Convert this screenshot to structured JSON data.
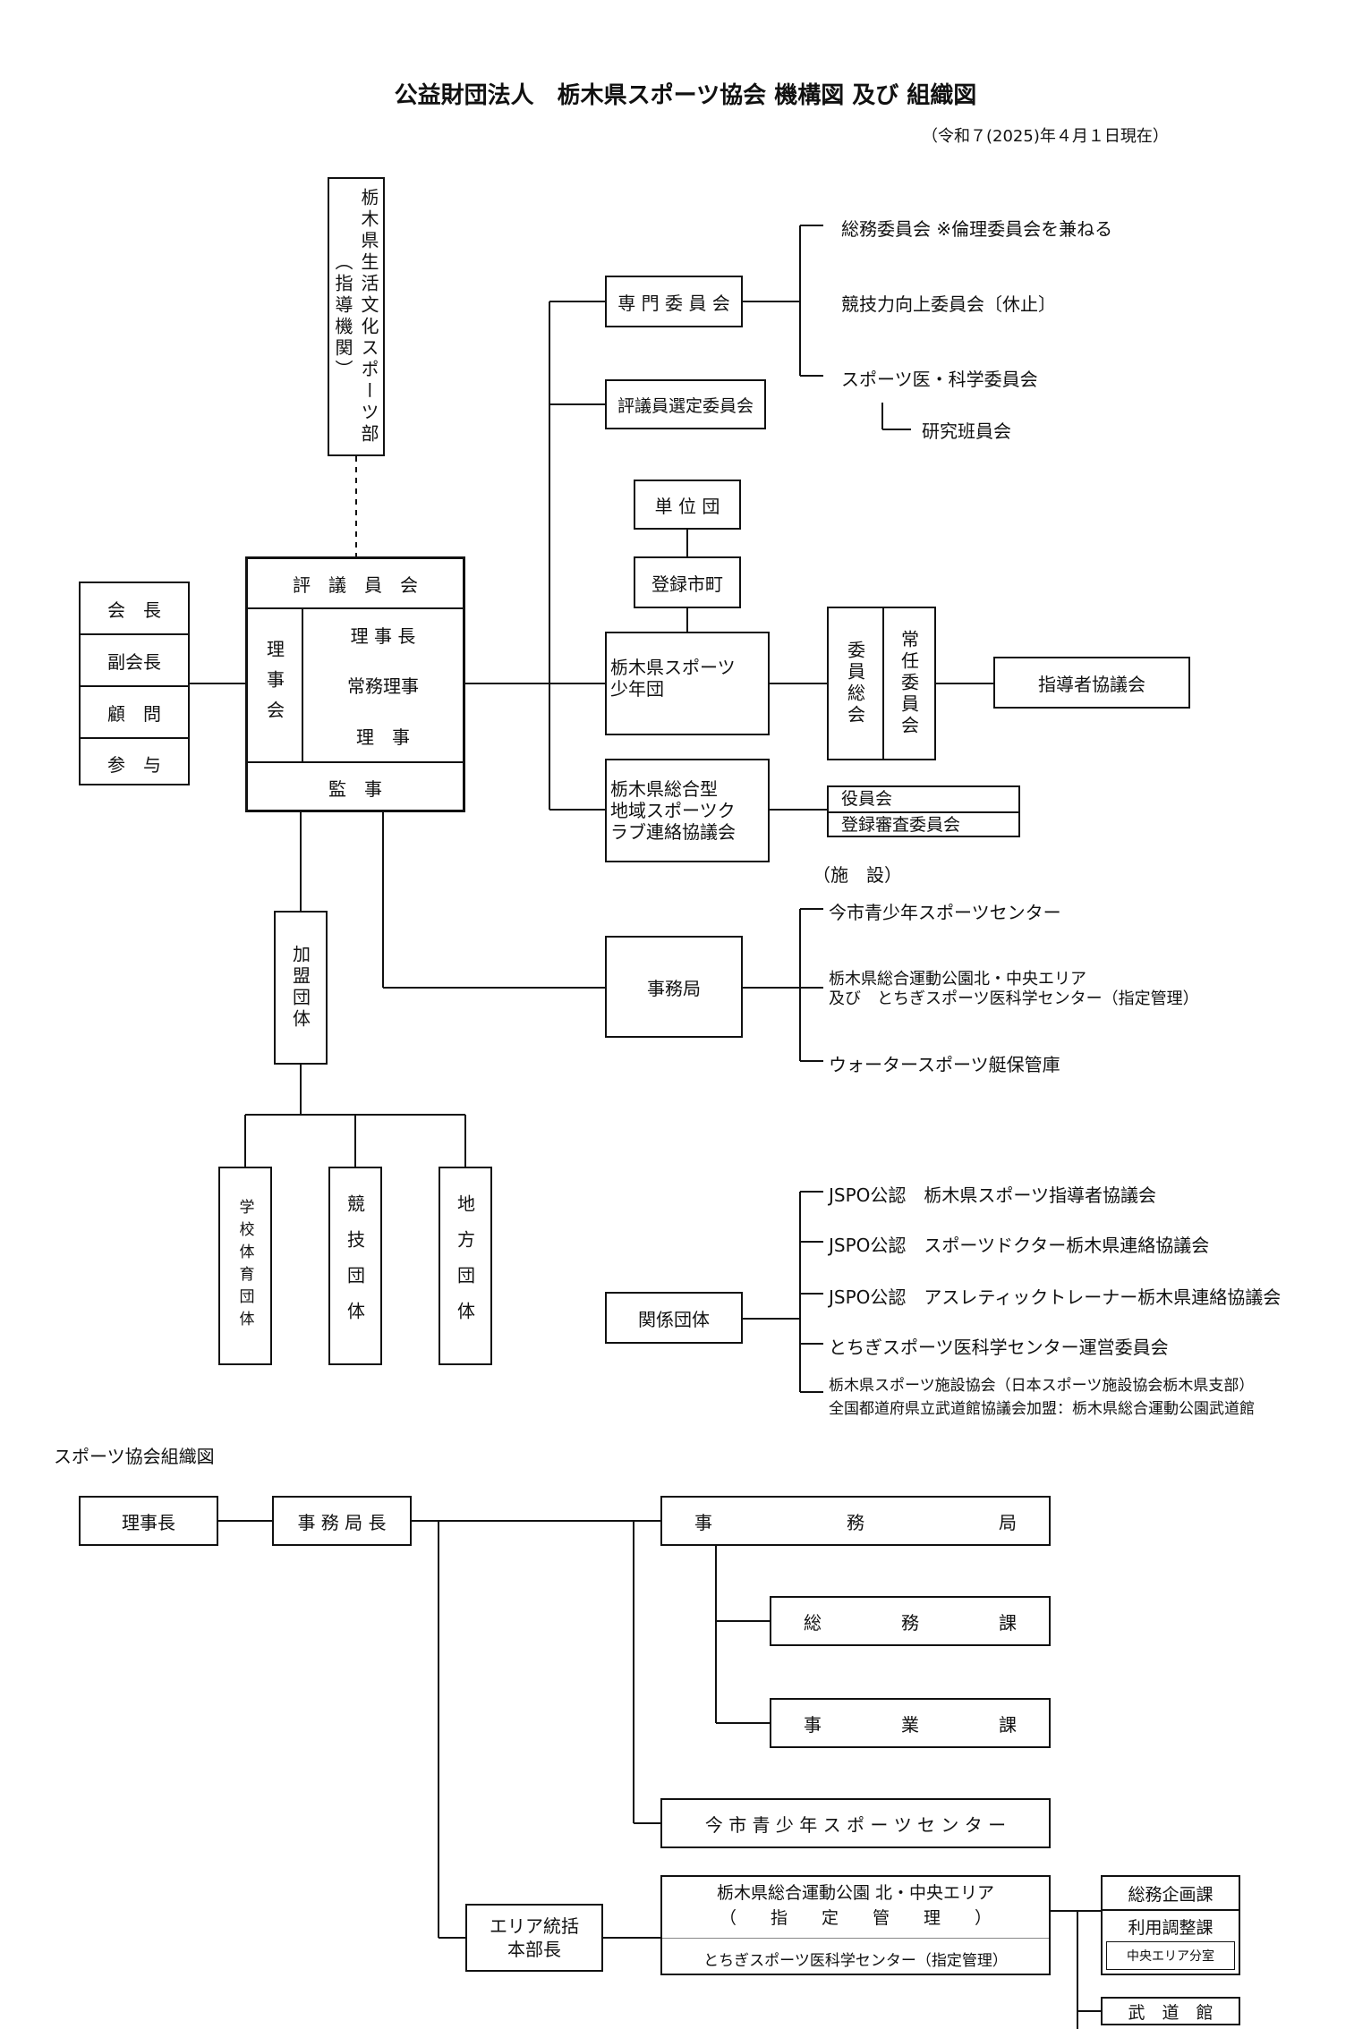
{
  "title": "公益財団法人　栃木県スポーツ協会 機構図 及び 組織図",
  "date": "（令和７(2025)年４月１日現在）",
  "top": {
    "guidance_body": "栃木県生活文化スポーツ部（指導機関）",
    "council": "評　議　員　会",
    "board_label": "理事会",
    "board_items": [
      "理 事 長",
      "常務理事",
      "理　事"
    ],
    "auditor": "監　事",
    "left_items": [
      "会　長",
      "副会長",
      "顧　問",
      "参　与"
    ],
    "affiliated": "加盟団体",
    "affiliated_types": [
      "学校体育団体",
      "競技団体",
      "地方団体"
    ],
    "committees": "専 門 委 員 会",
    "committee_items": [
      "総務委員会 ※倫理委員会を兼ねる",
      "競技力向上委員会〔休止〕",
      "スポーツ医・科学委員会",
      "研究班員会"
    ],
    "selection_committee": "評議員選定委員会",
    "unit": "単 位 団",
    "municipal": "登録市町",
    "youth": "栃木県スポーツ\n少年団",
    "youth_general": "委員総会",
    "youth_standing": "常任委員会",
    "leaders": "指導者協議会",
    "club_council": "栃木県総合型\n地域スポーツク\nラブ連絡協議会",
    "club_items": [
      "役員会",
      "登録審査委員会"
    ],
    "facilities_label": "（施　設）",
    "office": "事務局",
    "facility_items": [
      "今市青少年スポーツセンター",
      "栃木県総合運動公園北・中央エリア",
      "及び　とちぎスポーツ医科学センター（指定管理）",
      "ウォータースポーツ艇保管庫"
    ],
    "related": "関係団体",
    "related_items": [
      "JSPO公認　栃木県スポーツ指導者協議会",
      "JSPO公認　スポーツドクター栃木県連絡協議会",
      "JSPO公認　アスレティックトレーナー栃木県連絡協議会",
      "とちぎスポーツ医科学センター運営委員会",
      "栃木県スポーツ施設協会（日本スポーツ施設協会栃木県支部）",
      "全国都道府県立武道館協議会加盟：栃木県総合運動公園武道館"
    ]
  },
  "org": {
    "heading": "スポーツ協会組織図",
    "chair": "理事長",
    "sec_gen": "事 務 局 長",
    "office": [
      "事",
      "務",
      "局"
    ],
    "general": [
      "総",
      "務",
      "課"
    ],
    "business": [
      "事",
      "業",
      "課"
    ],
    "imaichi": "今 市 青 少 年 ス ポ ー ツ セ ン タ ー",
    "area_head": "エリア統括\n本部長",
    "park_line1": "栃木県総合運動公園 北・中央エリア",
    "park_line2": "（　　指　　定　　管　　理　　）",
    "park_line3": "とちぎスポーツ医科学センター（指定管理）",
    "planning": "総務企画課",
    "coordination": "利用調整課",
    "central_branch": "中央エリア分室",
    "budokan": "武　道　館"
  }
}
